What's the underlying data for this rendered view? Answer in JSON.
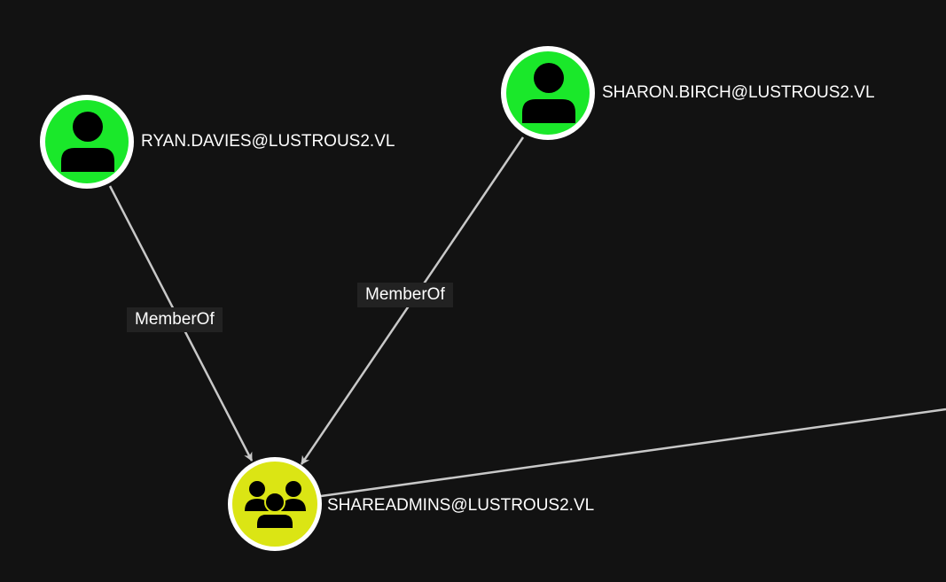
{
  "nodes": [
    {
      "label": "RYAN.DAVIES@LUSTROUS2.VL",
      "type": "user",
      "color": "#1ae82a"
    },
    {
      "label": "SHARON.BIRCH@LUSTROUS2.VL",
      "type": "user",
      "color": "#1ae82a"
    },
    {
      "label": "SHAREADMINS@LUSTROUS2.VL",
      "type": "group",
      "color": "#dbe514"
    }
  ],
  "edges": [
    {
      "label": "MemberOf",
      "from": "RYAN.DAVIES@LUSTROUS2.VL",
      "to": "SHAREADMINS@LUSTROUS2.VL"
    },
    {
      "label": "MemberOf",
      "from": "SHARON.BIRCH@LUSTROUS2.VL",
      "to": "SHAREADMINS@LUSTROUS2.VL"
    }
  ]
}
